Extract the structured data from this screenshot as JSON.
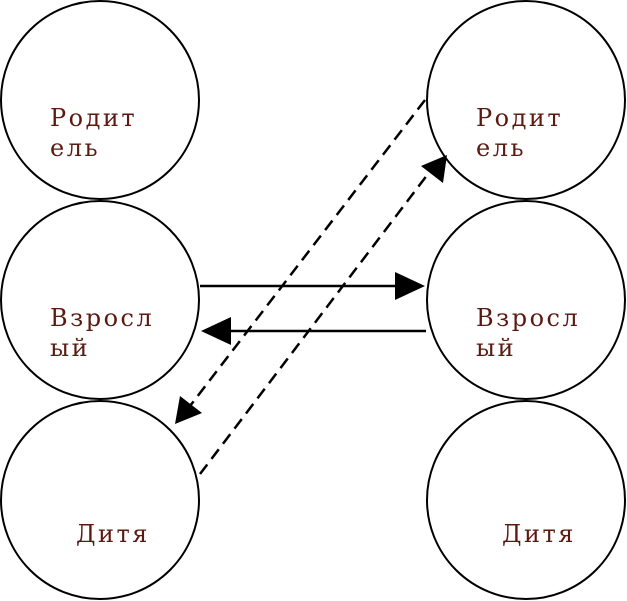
{
  "diagram": {
    "colors": {
      "text": "#5a1a10",
      "line": "#000000",
      "background": "#ffffff"
    },
    "left": {
      "parent": {
        "line1": "Родит",
        "line2": "ель"
      },
      "adult": {
        "line1": "Взросл",
        "line2": "ый"
      },
      "child": {
        "line1": "Дитя"
      }
    },
    "right": {
      "parent": {
        "line1": "Родит",
        "line2": "ель"
      },
      "adult": {
        "line1": "Взросл",
        "line2": "ый"
      },
      "child": {
        "line1": "Дитя"
      }
    },
    "transactions": [
      {
        "from": "left-adult",
        "to": "right-adult",
        "style": "solid"
      },
      {
        "from": "right-adult",
        "to": "left-adult",
        "style": "solid"
      },
      {
        "from": "left-child",
        "to": "right-parent",
        "style": "dashed"
      },
      {
        "from": "right-parent",
        "to": "left-child",
        "style": "dashed"
      }
    ]
  }
}
